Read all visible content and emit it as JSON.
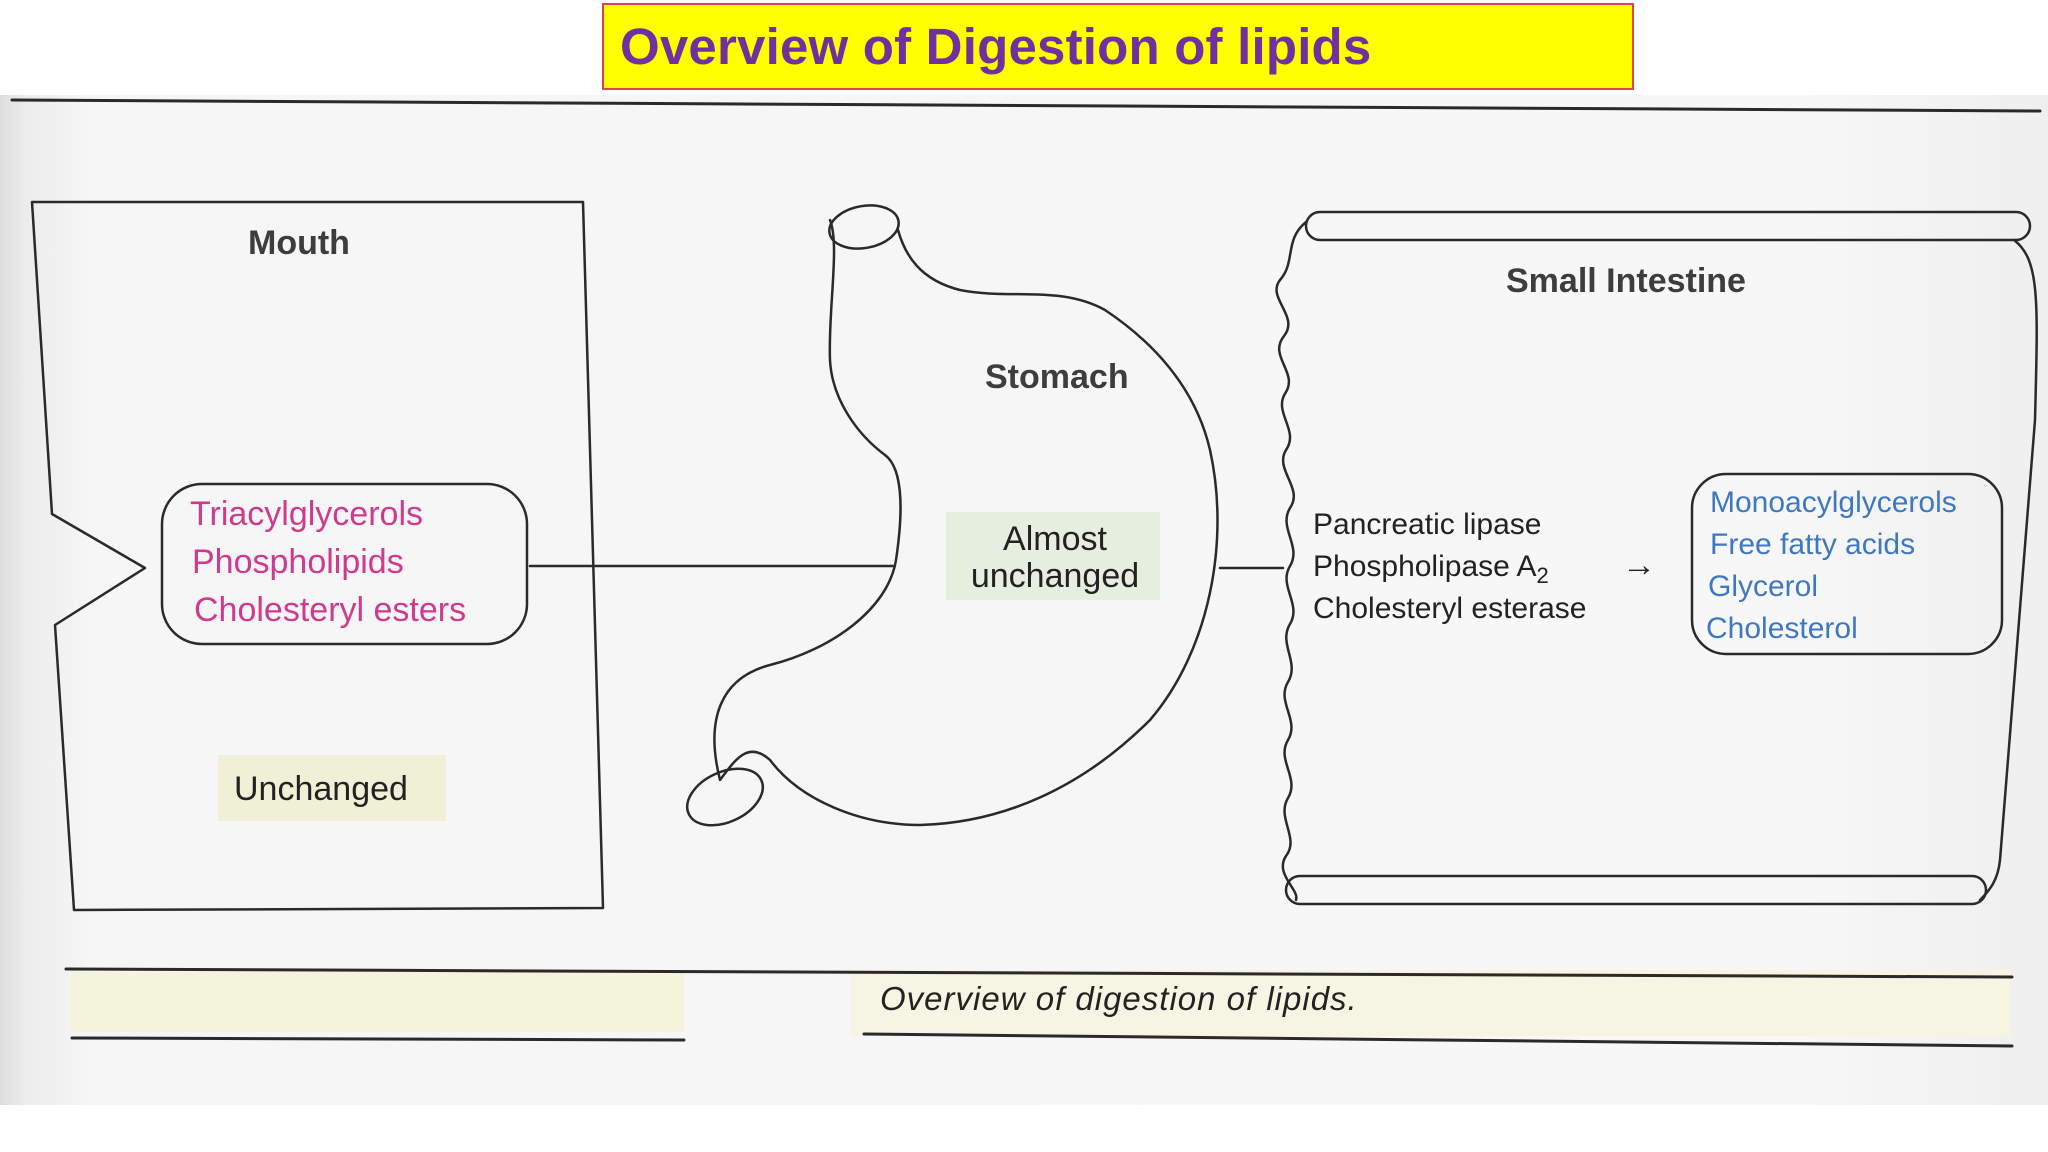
{
  "title": "Overview of Digestion of lipids",
  "diagram": {
    "mouth": {
      "heading": "Mouth",
      "substrates": [
        "Triacylglycerols",
        "Phospholipids",
        "Cholesteryl esters"
      ],
      "status": "Unchanged"
    },
    "stomach": {
      "heading": "Stomach",
      "status_line1": "Almost",
      "status_line2": "unchanged"
    },
    "small_intestine": {
      "heading": "Small Intestine",
      "enzymes": [
        "Pancreatic lipase",
        "Phospholipase A",
        "Cholesteryl esterase"
      ],
      "enzyme_subscript": "2",
      "arrow": "→",
      "products": [
        "Monoacylglycerols",
        "Free fatty acids",
        "Glycerol",
        "Cholesterol"
      ]
    }
  },
  "caption": "Overview of digestion of lipids.",
  "colors": {
    "title_background": "#ffff00",
    "title_border": "#e1424f",
    "title_text": "#7030a0",
    "substrate_text": "#cf3a8d",
    "product_text": "#3e78c2"
  }
}
